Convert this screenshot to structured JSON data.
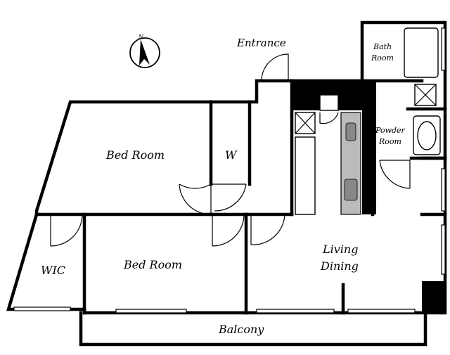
{
  "rooms": {
    "entrance": "Entrance",
    "bath": [
      "Bath",
      "Room"
    ],
    "powder": [
      "Powder",
      "Room"
    ],
    "bedroom_upper": "Bed Room",
    "closet": "W",
    "bedroom_lower": "Bed Room",
    "wic": "WIC",
    "living": [
      "Living",
      "Dining"
    ],
    "balcony": "Balcony"
  },
  "compass": {
    "letter": "N"
  }
}
